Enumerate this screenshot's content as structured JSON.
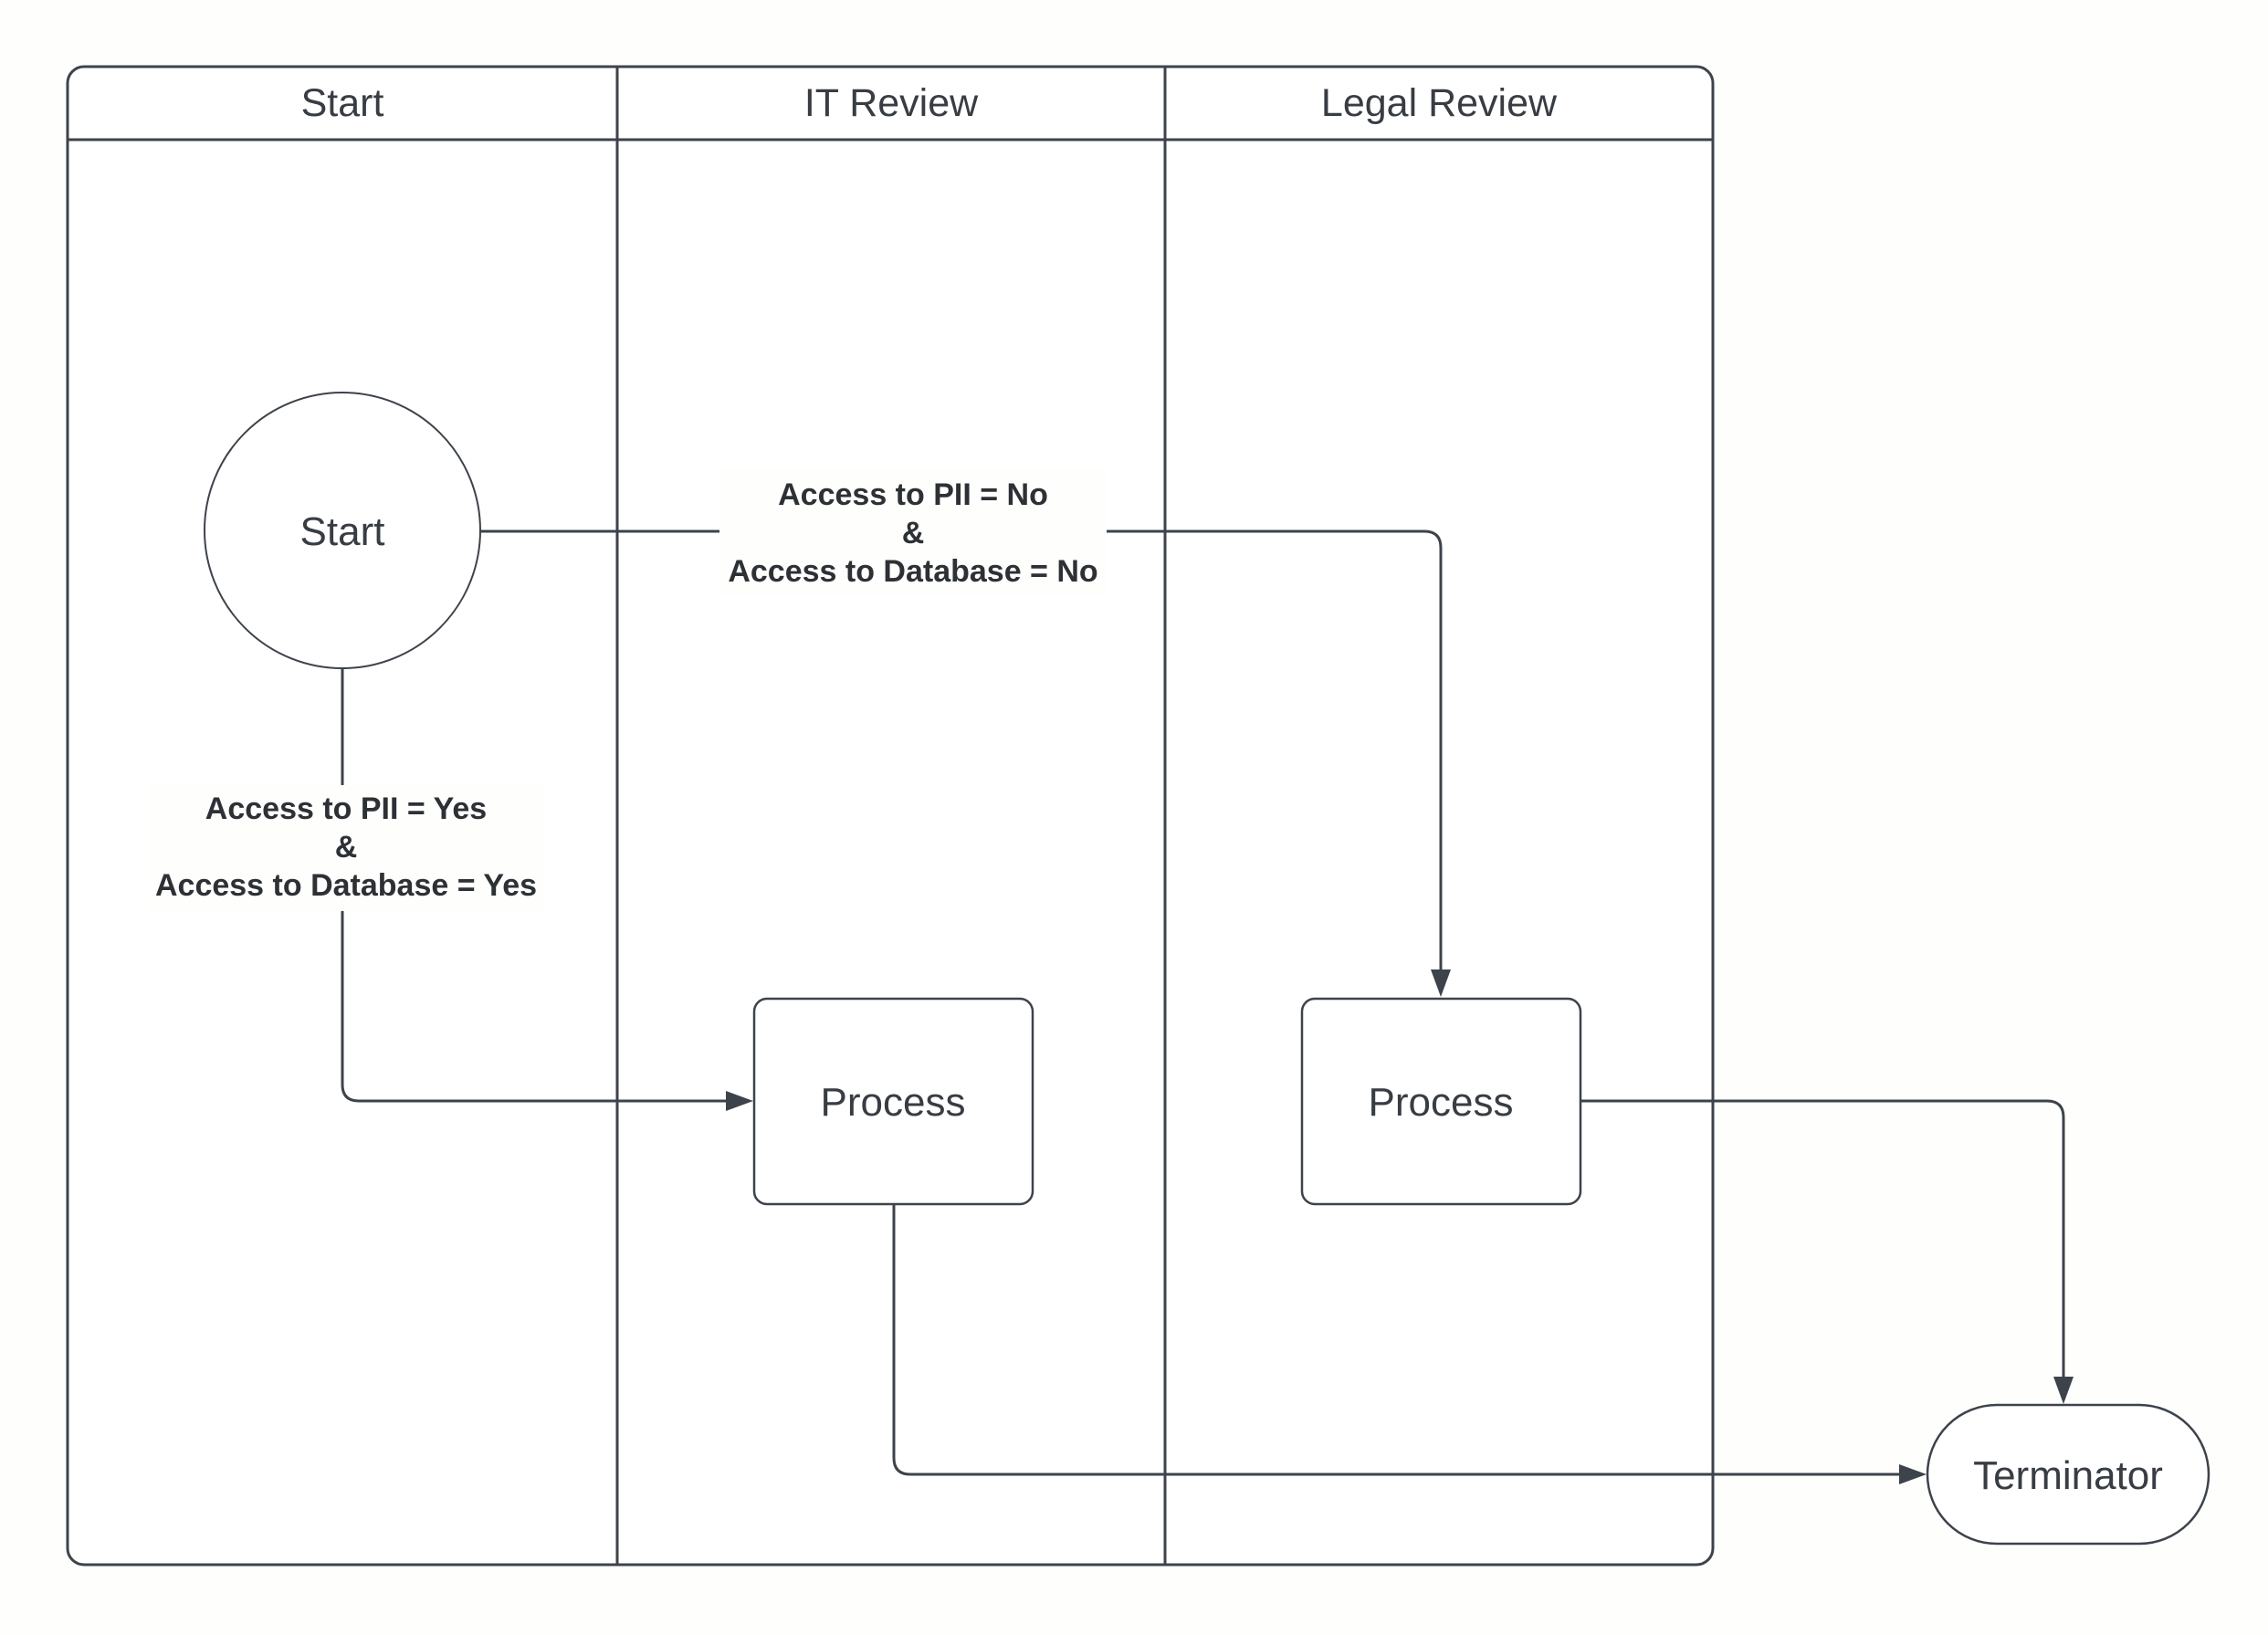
{
  "diagram": {
    "kind": "swimlane-flowchart",
    "lanes": [
      {
        "label": "Start"
      },
      {
        "label": "IT Review"
      },
      {
        "label": "Legal Review"
      }
    ],
    "nodes": {
      "start": {
        "label": "Start",
        "shape": "circle"
      },
      "it_process": {
        "label": "Process",
        "shape": "process"
      },
      "legal_process": {
        "label": "Process",
        "shape": "process"
      },
      "terminator": {
        "label": "Terminator",
        "shape": "terminator"
      }
    },
    "edges": [
      {
        "id": "start-to-legal-process",
        "label_lines": [
          "Access to PII = No",
          "&",
          "Access to Database = No"
        ]
      },
      {
        "id": "start-to-it-process",
        "label_lines": [
          "Access to PII = Yes",
          "&",
          "Access to Database = Yes"
        ]
      },
      {
        "id": "it-process-to-terminator",
        "label_lines": []
      },
      {
        "id": "legal-process-to-terminator",
        "label_lines": []
      }
    ],
    "colors": {
      "stroke": "#3d434b",
      "node_text": "#383d44",
      "edge_label_text": "#2d3136",
      "lane_header_text": "#383d44",
      "background": "#fefefc",
      "shape_fill": "#ffffff"
    }
  }
}
